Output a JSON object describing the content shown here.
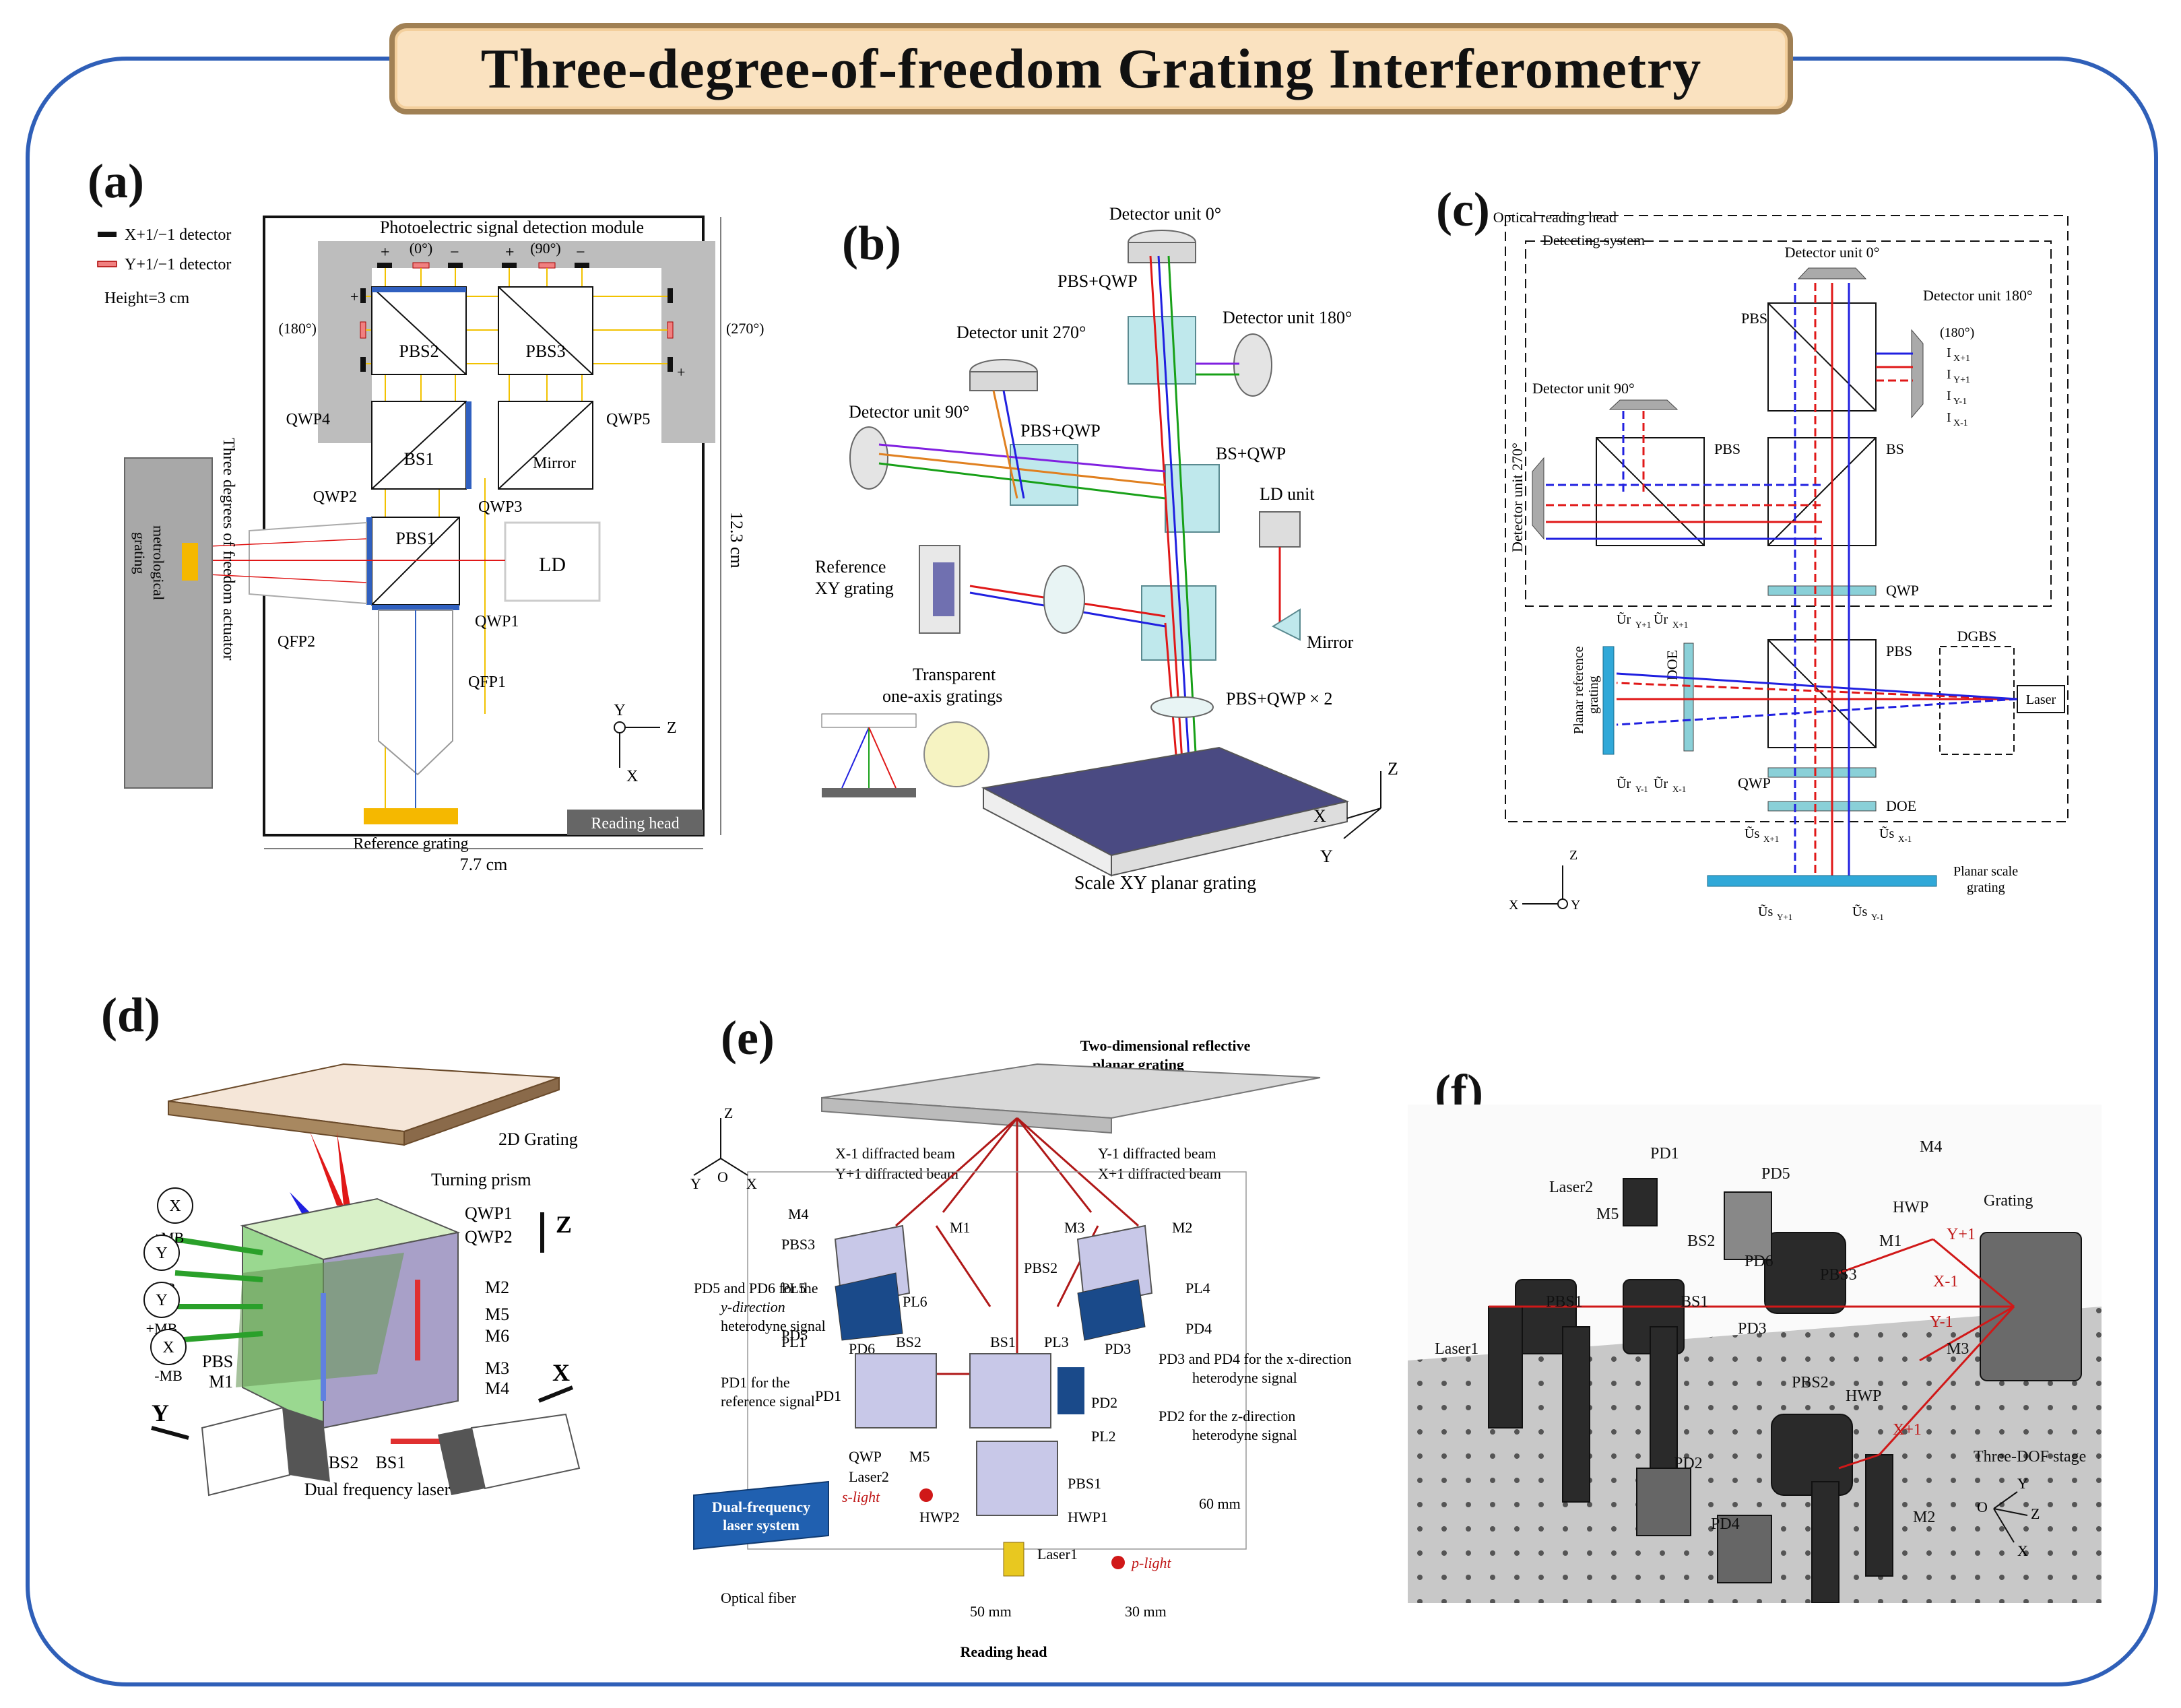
{
  "title": "Three-degree-of-freedom Grating Interferometry",
  "panel_labels": {
    "a": "(a)",
    "b": "(b)",
    "c": "(c)",
    "d": "(d)",
    "e": "(e)",
    "f": "(f)"
  },
  "colors": {
    "frame": "#2f5fb8",
    "title_bg": "#fae2c0",
    "title_border": "#a08054",
    "laser": "#e01818",
    "grating": "#f5b800",
    "module": "#bdbdbd",
    "optic_blue": "#3060c0"
  },
  "a": {
    "legend_x": "X+1/−1 detector",
    "legend_y": "Y+1/−1 detector",
    "height": "Height=3 cm",
    "module": "Photoelectric signal detection module",
    "deg0": "(0°)",
    "deg90": "(90°)",
    "deg180": "(180°)",
    "deg270": "(270°)",
    "plus": "+",
    "minus": "−",
    "pbs2": "PBS2",
    "pbs3": "PBS3",
    "bs1": "BS1",
    "mirror": "Mirror",
    "pbs1": "PBS1",
    "ld": "LD",
    "qwp4": "QWP4",
    "qwp5": "QWP5",
    "qwp2": "QWP2",
    "qwp3": "QWP3",
    "qwp1": "QWP1",
    "qfp2": "QFP2",
    "qfp1": "QFP1",
    "actuator": "Three degrees of freedom actuator",
    "metro1": "metrological",
    "metro2": "grating",
    "ref_grating": "Reference grating",
    "reading_head": "Reading head",
    "dim_h": "12.3 cm",
    "dim_w": "7.7 cm",
    "ax_y": "Y",
    "ax_z": "Z",
    "ax_x": "X"
  },
  "b": {
    "det0": "Detector unit 0°",
    "det180": "Detector unit 180°",
    "det270": "Detector unit 270°",
    "det90": "Detector unit 90°",
    "pbsqwp_top": "PBS+QWP",
    "pbsqwp_mid": "PBS+QWP",
    "bsqwp": "BS+QWP",
    "ld": "LD unit",
    "ref1": "Reference",
    "ref2": "XY grating",
    "mirror": "Mirror",
    "trans1": "Transparent",
    "trans2": "one-axis gratings",
    "pbsqwp2": "PBS+QWP × 2",
    "scale": "Scale XY planar grating",
    "ax_z": "Z",
    "ax_x": "X",
    "ax_y": "Y"
  },
  "c": {
    "head": "Optical reading head",
    "detecting": "Detecting system",
    "det0": "Detector unit 0°",
    "det180": "Detector unit 180°",
    "det90": "Detector unit 90°",
    "det270": "Detector unit 270°",
    "ix1": "I",
    "ix1_sub": "X+1",
    "iy1": "I",
    "iy1_sub": "Y+1",
    "iym1": "I",
    "iym1_sub": "Y-1",
    "ixm1": "I",
    "ixm1_sub": "X-1",
    "deg180": "(180°)",
    "pbs_a": "PBS",
    "pbs_b": "PBS",
    "bs": "BS",
    "qwp_a": "QWP",
    "pbs_c": "PBS",
    "qwp_b": "QWP",
    "doe_a": "DOE",
    "doe_b": "DOE",
    "dgbs": "DGBS",
    "laser": "Laser",
    "prg1": "Planar reference",
    "prg2": "grating",
    "ury1": "Ũr",
    "ury1_sub": "Y+1",
    "urx1": "Ũr",
    "urx1_sub": "X+1",
    "urym1": "Ũr",
    "urym1_sub": "Y-1",
    "urxm1": "Ũr",
    "urxm1_sub": "X-1",
    "usx1": "Ũs",
    "usx1_sub": "X+1",
    "usxm1": "Ũs",
    "usxm1_sub": "X-1",
    "usy1": "Ũs",
    "usy1_sub": "Y+1",
    "usym1": "Ũs",
    "usym1_sub": "Y-1",
    "psg1": "Planar scale",
    "psg2": "grating",
    "ax_z": "Z",
    "ax_x": "X",
    "ax_y": "Y"
  },
  "d": {
    "grating": "2D Grating",
    "prism": "Turning prism",
    "qwp1": "QWP1",
    "qwp2": "QWP2",
    "m2": "M2",
    "m5": "M5",
    "m6": "M6",
    "m3": "M3",
    "m4": "M4",
    "pbs": "PBS",
    "m1": "M1",
    "bs2": "BS2",
    "bs1": "BS1",
    "laser": "Dual frequency laser",
    "mb1_sym": "X",
    "mb1": "+MB",
    "mb2_sym": "Y",
    "mb2": "-MB",
    "mb3_sym": "Y",
    "mb3": "+MB",
    "mb4_sym": "X",
    "mb4": "-MB",
    "ax_z": "Z",
    "ax_x": "X",
    "ax_y": "Y"
  },
  "e": {
    "grating1": "Two-dimensional reflective",
    "grating2": "planar grating",
    "xm1": "X-1 diffracted beam",
    "ym1": "Y-1 diffracted beam",
    "yp1": "Y+1 diffracted beam",
    "xp1": "X+1 diffracted beam",
    "m4": "M4",
    "m1": "M1",
    "m3": "M3",
    "m2": "M2",
    "m5": "M5",
    "pbs3": "PBS3",
    "pbs2": "PBS2",
    "pbs1": "PBS1",
    "bs2": "BS2",
    "bs1": "BS1",
    "pl5": "PL5",
    "pl6": "PL6",
    "pl3": "PL3",
    "pl4": "PL4",
    "pl1": "PL1",
    "pl2": "PL2",
    "pd5": "PD5",
    "pd6": "PD6",
    "pd3": "PD3",
    "pd4": "PD4",
    "pd1": "PD1",
    "pd2": "PD2",
    "qwp": "QWP",
    "laser2": "Laser2",
    "laser1": "Laser1",
    "hwp2": "HWP2",
    "hwp1": "HWP1",
    "s_light": "s-light",
    "p_light": "p-light",
    "note_y1": "PD5 and PD6 for the",
    "note_y2": "y-direction",
    "note_y3": "heterodyne signal",
    "note_r1": "PD1 for the",
    "note_r2": "reference signal",
    "note_x1": "PD3 and PD4 for the x-direction",
    "note_x2": "heterodyne signal",
    "note_z1": "PD2 for the z-direction",
    "note_z2": "heterodyne signal",
    "dfl1": "Dual-frequency",
    "dfl2": "laser system",
    "fiber": "Optical fiber",
    "dim50": "50 mm",
    "dim30": "30 mm",
    "dim60": "60 mm",
    "head": "Reading head",
    "ax_z": "Z",
    "ax_y": "Y",
    "ax_o": "O",
    "ax_x": "X"
  },
  "f": {
    "pd1": "PD1",
    "pd5": "PD5",
    "m4": "M4",
    "laser2": "Laser2",
    "m5": "M5",
    "bs2": "BS2",
    "pd6": "PD6",
    "hwp_a": "HWP",
    "y1": "Y+1",
    "grating": "Grating",
    "pbs1": "PBS1",
    "bs1": "BS1",
    "pbs3": "PBS3",
    "m1": "M1",
    "xm1": "X-1",
    "ym1": "Y-1",
    "laser1": "Laser1",
    "pd3": "PD3",
    "pbs2": "PBS2",
    "m3": "M3",
    "hwp_b": "HWP",
    "xp1": "X+1",
    "pd2": "PD2",
    "pd4": "PD4",
    "m2": "M2",
    "stage": "Three-DOF stage",
    "ax_y": "Y",
    "ax_o": "O",
    "ax_z": "Z",
    "ax_x": "X"
  }
}
